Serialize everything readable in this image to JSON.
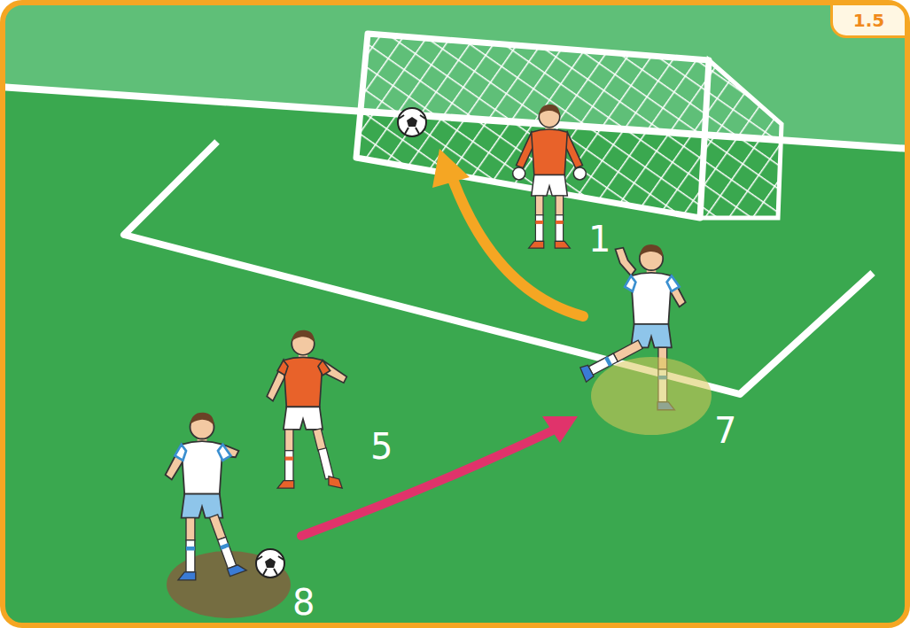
{
  "diagram": {
    "nodes": [
      {
        "text": [
          "1.5"
        ]
      }
    ],
    "labels": [
      "1",
      "5",
      "7",
      "8"
    ]
  }
}
